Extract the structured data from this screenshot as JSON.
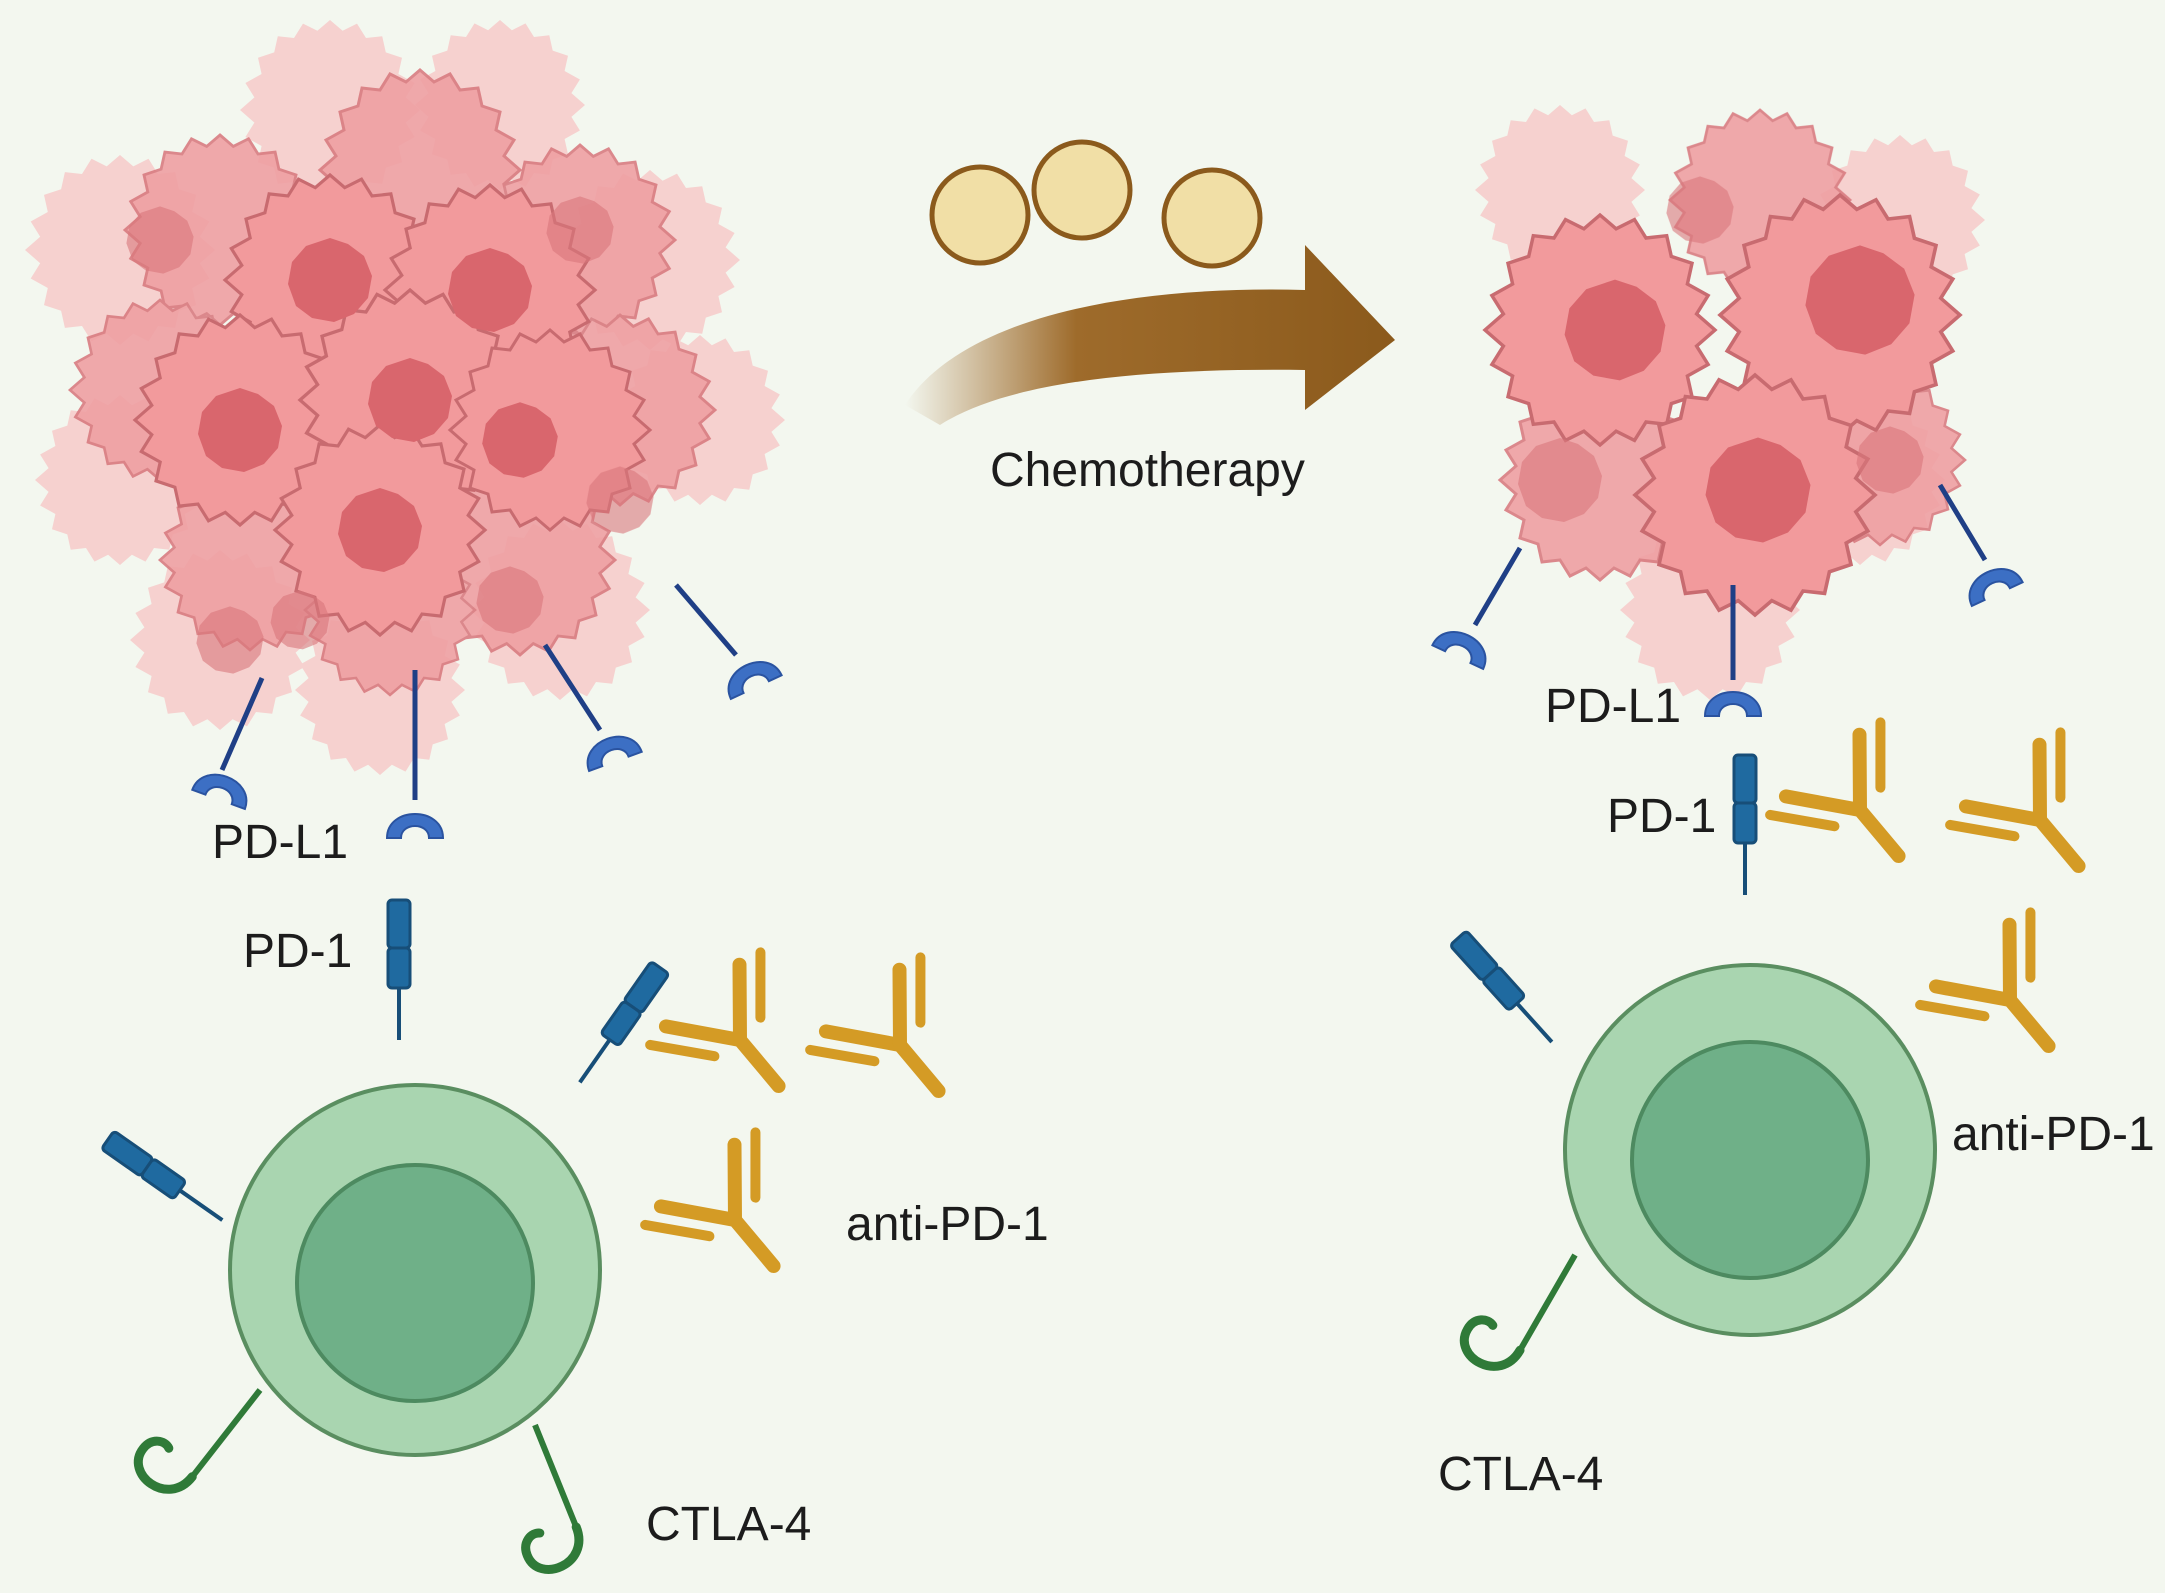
{
  "labels": {
    "left_pdl1": "PD-L1",
    "left_pd1": "PD-1",
    "left_anti_pd1": "anti-PD-1",
    "left_ctla4": "CTLA-4",
    "arrow": "Chemotherapy",
    "right_pdl1": "PD-L1",
    "right_pd1": "PD-1",
    "right_anti_pd1": "anti-PD-1",
    "right_ctla4": "CTLA-4"
  },
  "colors": {
    "background": "#f3f7ef",
    "tumor_cell": "#f29a9c",
    "tumor_nucleus": "#d9666d",
    "pdl1": "#2f5fb0",
    "pd1": "#1f6aa0",
    "antibody": "#d49b25",
    "tcell_outer": "#a9d5b0",
    "tcell_inner": "#6fb088",
    "ctla4": "#2f7a38",
    "arrow": "#8b5a1c",
    "drug": "#f1dfa6"
  }
}
